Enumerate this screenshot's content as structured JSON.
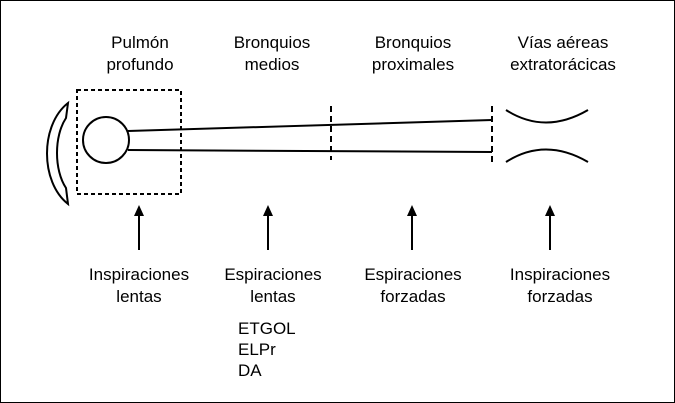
{
  "regions": [
    {
      "line1": "Pulmón",
      "line2": "profundo"
    },
    {
      "line1": "Bronquios",
      "line2": "medios"
    },
    {
      "line1": "Bronquios",
      "line2": "proximales"
    },
    {
      "line1": "Vías aéreas",
      "line2": "extratorácicas"
    }
  ],
  "maneuvers": [
    {
      "line1": "Inspiraciones",
      "line2": "lentas"
    },
    {
      "line1": "Espiraciones",
      "line2": "lentas"
    },
    {
      "line1": "Espiraciones",
      "line2": "forzadas"
    },
    {
      "line1": "Inspiraciones",
      "line2": "forzadas"
    }
  ],
  "techniques": [
    "ETGOL",
    "ELPr",
    "DA"
  ]
}
